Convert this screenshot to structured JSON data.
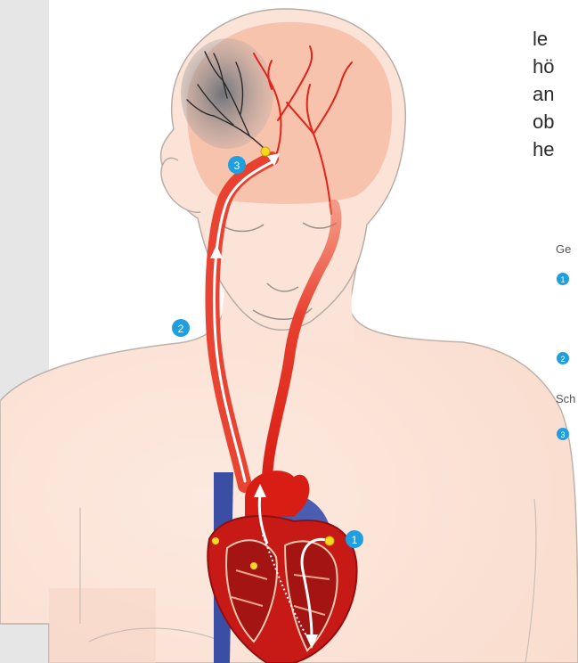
{
  "side_text": [
    "le",
    "hö",
    "an",
    "ob",
    "he"
  ],
  "legend": {
    "heading_1": "Ge",
    "heading_2": "Sch"
  },
  "markers": [
    "1",
    "2",
    "3"
  ],
  "colors": {
    "panel_gray": "#e6e6e6",
    "skin": "#fbe3d8",
    "brain": "#f6bfa8",
    "artery": "#e2231a",
    "vein": "#3a4fa3",
    "badge": "#1ea0e0",
    "clot": "#f5d820",
    "ischemia": "#9aa0a8"
  },
  "icons": [
    "head-outline",
    "heart-illustration",
    "clot-marker",
    "flow-arrow"
  ]
}
